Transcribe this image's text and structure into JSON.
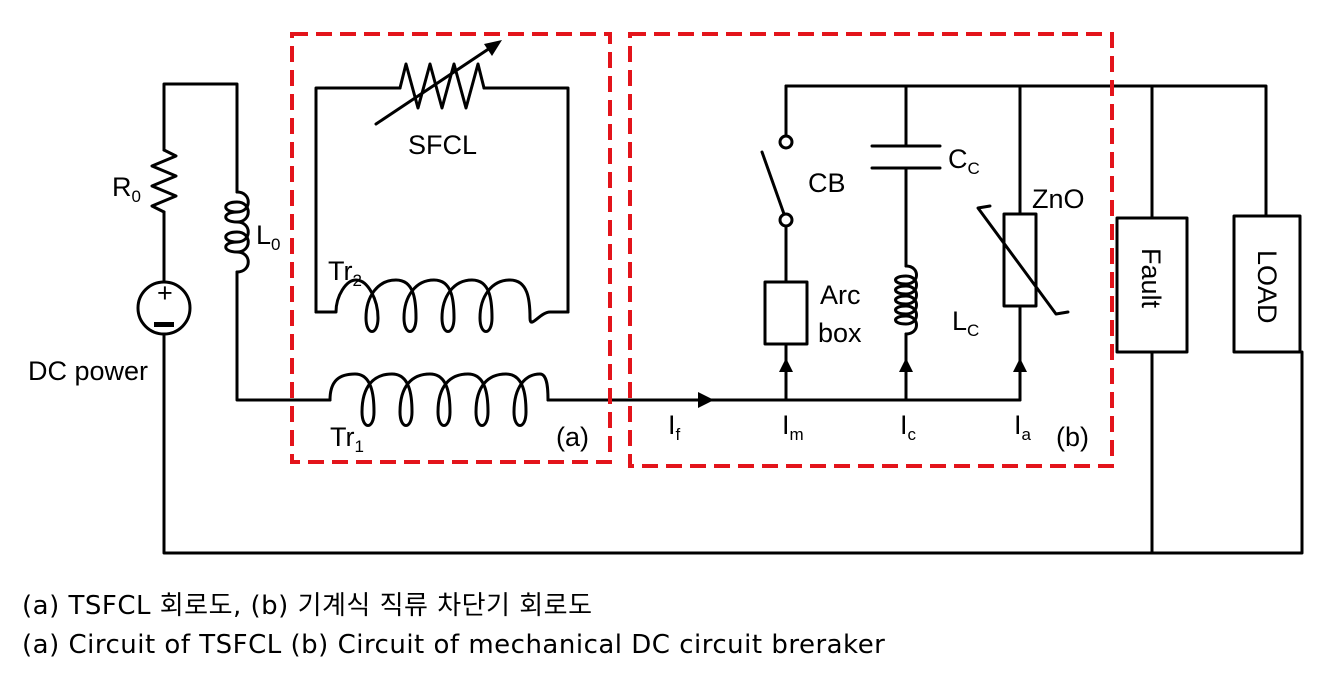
{
  "labels": {
    "r0": "R",
    "r0_sub": "0",
    "l0": "L",
    "l0_sub": "0",
    "dc_power": "DC power",
    "plus": "+",
    "sfcl": "SFCL",
    "tr2": "Tr",
    "tr2_sub": "2",
    "tr1": "Tr",
    "tr1_sub": "1",
    "panel_a": "(a)",
    "cb": "CB",
    "cc": "C",
    "cc_sub": "C",
    "zno": "ZnO",
    "arc1": "Arc",
    "arc2": "box",
    "lc": "L",
    "lc_sub": "C",
    "if": "I",
    "if_sub": "f",
    "im": "I",
    "im_sub": "m",
    "ic": "I",
    "ic_sub": "c",
    "ia": "I",
    "ia_sub": "a",
    "panel_b": "(b)",
    "fault": "Fault",
    "load": "LOAD"
  },
  "caption": {
    "line1": "(a) TSFCL 회로도, (b) 기계식 직류 차단기 회로도",
    "line2": "(a) Circuit of TSFCL (b) Circuit of mechanical DC circuit breraker"
  },
  "colors": {
    "wire": "#000000",
    "dashed_box": "#e3141b"
  }
}
